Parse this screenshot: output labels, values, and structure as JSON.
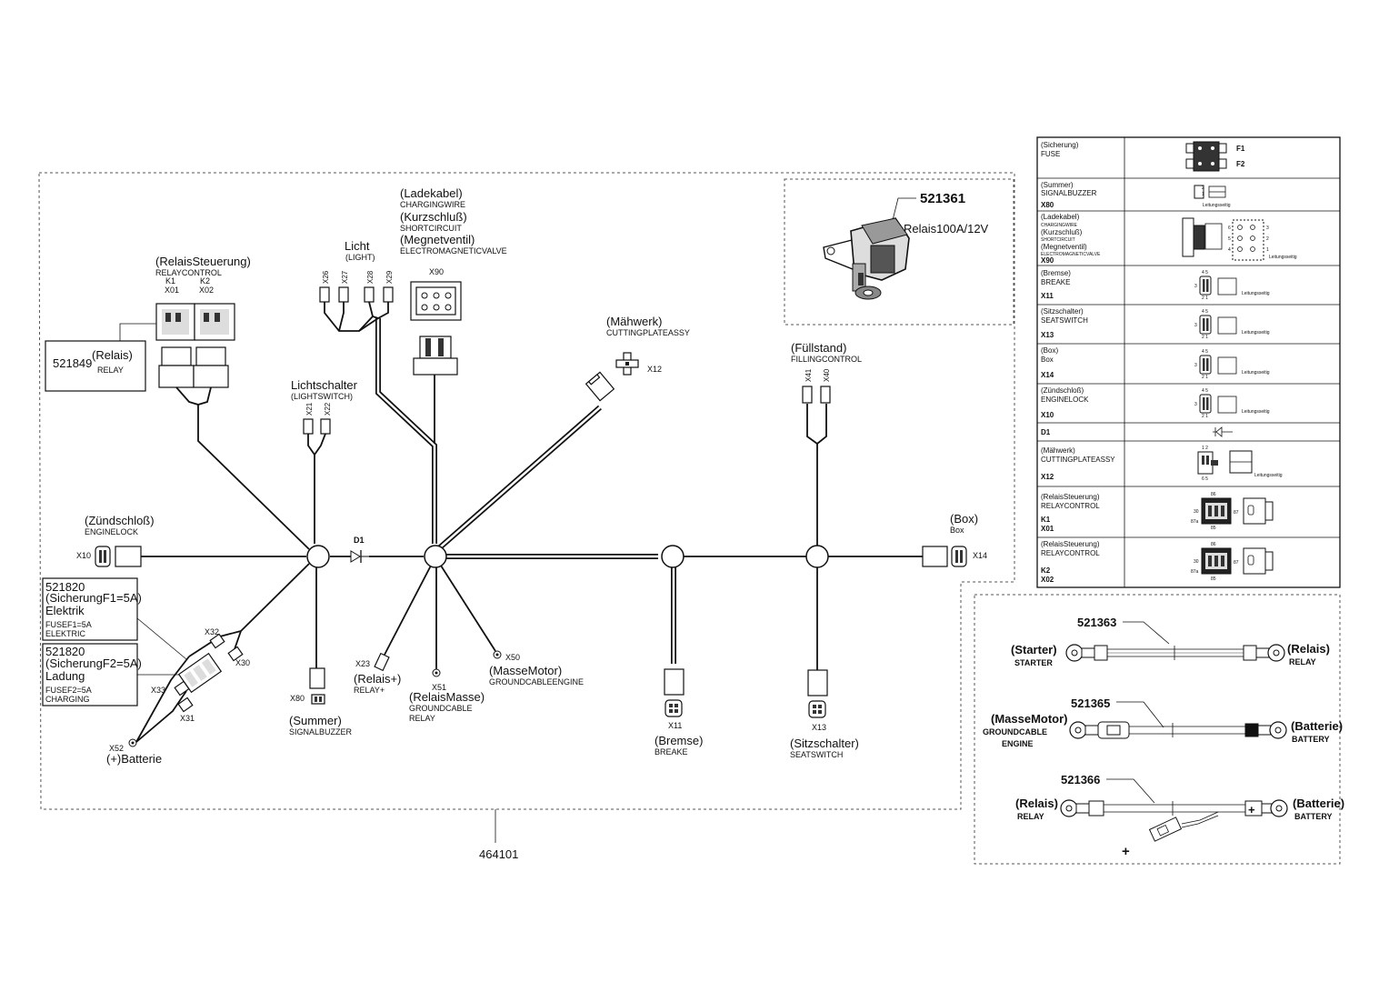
{
  "harness": {
    "part": "464101",
    "relay_module": {
      "name": "(RelaisSteuerung)",
      "sub": "RELAYCONTROL",
      "k1": "K1",
      "k2": "K2",
      "x01": "X01",
      "x02": "X02"
    },
    "relay_label": {
      "number": "521849",
      "name": "(Relais)",
      "sub": "RELAY"
    },
    "charging": {
      "l1": "(Ladekabel)",
      "l2": "CHARGINGWIRE",
      "l3": "(Kurzschluß)",
      "l4": "SHORTCIRCUIT",
      "l5": "(Megnetventil)",
      "l6": "ELECTROMAGNETICVALVE",
      "x": "X90"
    },
    "light": {
      "name": "Licht",
      "sub": "(LIGHT)",
      "x26": "X26",
      "x27": "X27",
      "x28": "X28",
      "x29": "X29"
    },
    "lightswitch": {
      "name": "Lichtschalter",
      "sub": "(LIGHTSWITCH)",
      "x21": "X21",
      "x22": "X22"
    },
    "cutting": {
      "name": "(Mähwerk)",
      "sub": "CUTTINGPLATEASSY",
      "x": "X12"
    },
    "filling": {
      "name": "(Füllstand)",
      "sub": "FILLINGCONTROL",
      "x41": "X41",
      "x40": "X40"
    },
    "engine_lock": {
      "name": "(Zündschloß)",
      "sub": "ENGINELOCK",
      "x": "X10"
    },
    "box": {
      "name": "(Box)",
      "sub": "Box",
      "x": "X14"
    },
    "diode": "D1",
    "fuse1": {
      "number": "521820",
      "l1": "(SicherungF1=5A)",
      "l2": "Elektrik",
      "l3": "FUSEF1=5A",
      "l4": "ELEKTRIC"
    },
    "fuse2": {
      "number": "521820",
      "l1": "(SicherungF2=5A)",
      "l2": "Ladung",
      "l3": "FUSEF2=5A",
      "l4": "CHARGING"
    },
    "x30": "X30",
    "x31": "X31",
    "x32": "X32",
    "x33": "X33",
    "battery": {
      "x": "X52",
      "name": "(+)Batterie"
    },
    "buzzer": {
      "x": "X80",
      "name": "(Summer)",
      "sub": "SIGNALBUZZER"
    },
    "relay_plus": {
      "x": "X23",
      "name": "(Relais+)",
      "sub": "RELAY+"
    },
    "relay_ground": {
      "x": "X51",
      "name": "(RelaisMasse)",
      "sub1": "GROUNDCABLE",
      "sub2": "RELAY"
    },
    "ground_motor": {
      "x": "X50",
      "name": "(MasseMotor)",
      "sub": "GROUNDCABLEENGINE"
    },
    "brake": {
      "x": "X11",
      "name": "(Bremse)",
      "sub": "BREAKE"
    },
    "seat": {
      "x": "X13",
      "name": "(Sitzschalter)",
      "sub": "SEATSWITCH"
    }
  },
  "relay_inset": {
    "number": "521361",
    "desc": "Relais100A/12V"
  },
  "legend": {
    "rows": [
      {
        "lines": [
          "(Sicherung)",
          "FUSE"
        ],
        "x": "",
        "f1": "F1",
        "f2": "F2"
      },
      {
        "lines": [
          "(Summer)",
          "SIGNALBUZZER"
        ],
        "x": "X80",
        "note": "Leitungsseitig"
      },
      {
        "lines": [
          "(Ladekabel)",
          "CHARGINGWIRE",
          "(Kurzschluß)",
          "SHORTCIRCUIT",
          "(Megnetventil)",
          "ELECTROMAGNETICVALVE"
        ],
        "x": "X90",
        "note": "Leitungsseitig"
      },
      {
        "lines": [
          "(Bremse)",
          "BREAKE"
        ],
        "x": "X11",
        "note": "Leitungsseitig"
      },
      {
        "lines": [
          "(Sitzschalter)",
          "SEATSWITCH"
        ],
        "x": "X13",
        "note": "Leitungsseitig"
      },
      {
        "lines": [
          "(Box)",
          "Box"
        ],
        "x": "X14",
        "note": "Leitungsseitig"
      },
      {
        "lines": [
          "(Zündschloß)",
          "ENGINELOCK"
        ],
        "x": "X10",
        "note": "Leitungsseitig"
      },
      {
        "lines": [],
        "x": "D1"
      },
      {
        "lines": [
          "(Mähwerk)",
          "CUTTINGPLATEASSY"
        ],
        "x": "X12",
        "note": "Leitungsseitig"
      },
      {
        "lines": [
          "(RelaisSteuerung)",
          "RELAYCONTROL"
        ],
        "k": "K1",
        "x": "X01"
      },
      {
        "lines": [
          "(RelaisSteuerung)",
          "RELAYCONTROL"
        ],
        "k": "K2",
        "x": "X02"
      }
    ],
    "pins": {
      "p45": "4 5",
      "p3": "3",
      "p21": "2 1",
      "p12": "1 2",
      "p65": "6 5",
      "p2": "2",
      "p1": "1",
      "p86": "86",
      "p30": "30",
      "p87a": "87a",
      "p87": "87",
      "p85": "85",
      "p6": "6",
      "p4": "4",
      "p5": "5"
    }
  },
  "cables": [
    {
      "number": "521363",
      "left": "(Starter)",
      "left_sub": "STARTER",
      "right": "(Relais)",
      "right_sub": "RELAY"
    },
    {
      "number": "521365",
      "left": "(MasseMotor)",
      "left_sub1": "GROUNDCABLE",
      "left_sub2": "ENGINE",
      "right": "(Batterie)",
      "right_sub": "BATTERY"
    },
    {
      "number": "521366",
      "left": "(Relais)",
      "left_sub": "RELAY",
      "right": "(Batterie)",
      "right_sub": "BATTERY",
      "plus": "+"
    }
  ]
}
